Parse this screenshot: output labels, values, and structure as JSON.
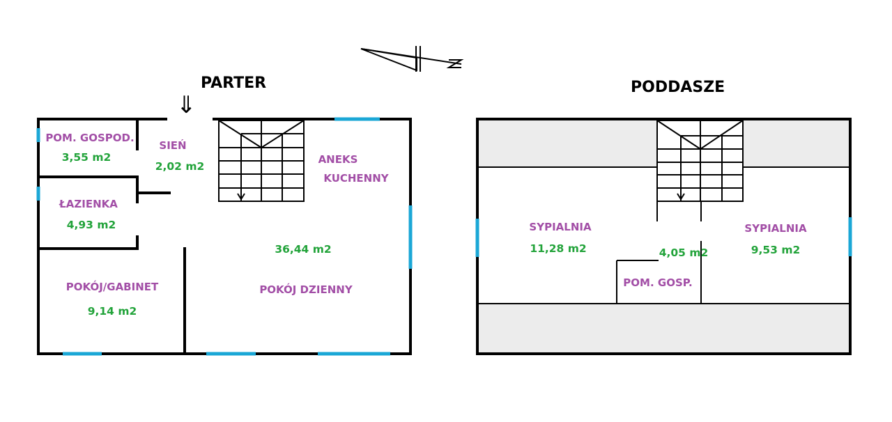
{
  "colors": {
    "wall": "#000000",
    "room_name": "#a24ea6",
    "room_area": "#22a33a",
    "window": "#1ba7d6",
    "roof_slope": "#ececec"
  },
  "icons": {
    "north_arrow": "north-arrow-icon",
    "entrance_arrow": "double-down-arrow-icon",
    "stairs": "staircase-icon"
  },
  "parter": {
    "title": "PARTER",
    "entrance_symbol": "⇓",
    "rooms": {
      "pom_gospod": {
        "name": "POM. GOSPOD.",
        "area": "3,55 m2"
      },
      "sien": {
        "name": "SIEŃ",
        "area": "2,02 m2"
      },
      "aneks": {
        "name_line1": "ANEKS",
        "name_line2": "KUCHENNY"
      },
      "lazienka": {
        "name": "ŁAZIENKA",
        "area": "4,93 m2"
      },
      "dzienny": {
        "name": "POKÓJ DZIENNY",
        "area": "36,44 m2"
      },
      "gabinet": {
        "name": "POKÓJ/GABINET",
        "area": "9,14 m2"
      }
    }
  },
  "poddasze": {
    "title": "PODDASZE",
    "rooms": {
      "sypialnia_1": {
        "name": "SYPIALNIA",
        "area": "11,28 m2"
      },
      "sypialnia_2": {
        "name": "SYPIALNIA",
        "area": "9,53 m2"
      },
      "pom_gosp": {
        "name": "POM. GOSP.",
        "area": "4,05 m2"
      }
    }
  }
}
